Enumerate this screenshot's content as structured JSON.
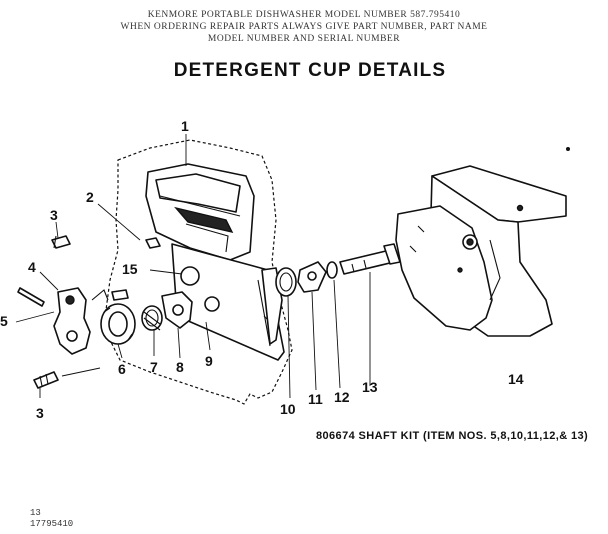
{
  "header": {
    "lines": [
      "KENMORE PORTABLE DISHWASHER MODEL NUMBER 587.795410",
      "WHEN ORDERING REPAIR PARTS ALWAYS GIVE PART NUMBER, PART NAME",
      "MODEL NUMBER AND SERIAL NUMBER"
    ]
  },
  "title": "DETERGENT CUP DETAILS",
  "callouts": {
    "c1": "1",
    "c2": "2",
    "c3a": "3",
    "c3b": "3",
    "c4": "4",
    "c5": "5",
    "c6": "6",
    "c7": "7",
    "c8": "8",
    "c9": "9",
    "c10": "10",
    "c11": "11",
    "c12": "12",
    "c13": "13",
    "c14": "14",
    "c15": "15"
  },
  "kit_note": "806674  SHAFT KIT (ITEM NOS. 5,8,10,11,12,& 13)",
  "footer": {
    "line1": "13",
    "line2": "17795410"
  }
}
